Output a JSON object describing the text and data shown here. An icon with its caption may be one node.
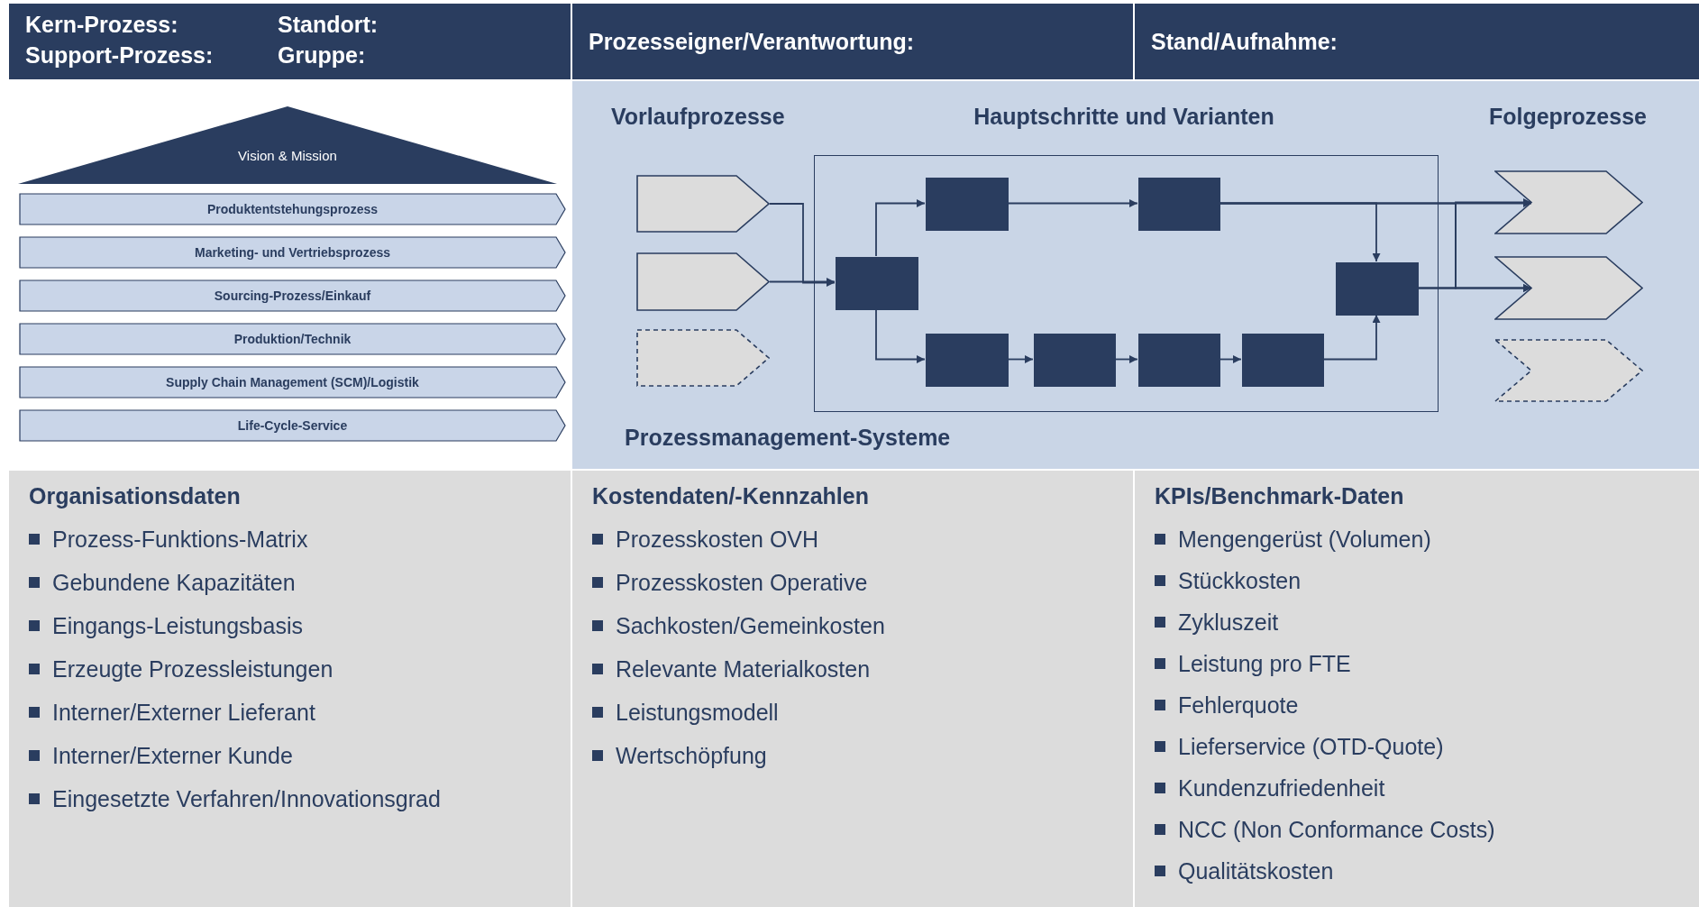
{
  "diagram": {
    "nodes": [
      {
        "text": [
          "Kern-Prozess:",
          "Standort:",
          "Support-Prozess:",
          "Gruppe:"
        ]
      },
      {
        "text": [
          "Prozesseigner/Verantwortung:"
        ]
      },
      {
        "text": [
          "Stand/Aufnahme:"
        ]
      },
      {
        "text": [
          "Vision & Mission"
        ]
      },
      {
        "text": [
          "Produktentstehungsprozess"
        ]
      },
      {
        "text": [
          "Marketing- und Vertriebsprozess"
        ]
      },
      {
        "text": [
          "Sourcing-Prozess/Einkauf"
        ]
      },
      {
        "text": [
          "Produktion/Technik"
        ]
      },
      {
        "text": [
          "Supply Chain Management (SCM)/Logistik"
        ]
      },
      {
        "text": [
          "Life-Cycle-Service"
        ]
      },
      {
        "text": [
          "Vorlaufprozesse",
          "Hauptschritte und Varianten",
          "Folgeprozesse",
          "Prozessmanagement-Systeme"
        ]
      },
      {
        "text": [],
        "shape": "pentagon",
        "in": 10
      },
      {
        "text": [],
        "shape": "pentagon",
        "in": 10
      },
      {
        "text": [],
        "shape": "pentagon",
        "in": 10
      },
      {
        "text": [],
        "shape": "box",
        "in": 10
      },
      {
        "text": [],
        "shape": "box",
        "in": 14
      },
      {
        "text": [],
        "shape": "box",
        "in": 14
      },
      {
        "text": [],
        "shape": "box",
        "in": 14
      },
      {
        "text": [],
        "shape": "box",
        "in": 14
      },
      {
        "text": [],
        "shape": "box",
        "in": 14
      },
      {
        "text": [],
        "shape": "box",
        "in": 14
      },
      {
        "text": [],
        "shape": "box",
        "in": 14
      },
      {
        "text": [],
        "shape": "box",
        "in": 14
      },
      {
        "text": [],
        "shape": "chevron",
        "in": 10
      },
      {
        "text": [],
        "shape": "chevron",
        "in": 10
      },
      {
        "text": [],
        "shape": "chevron",
        "in": 10
      },
      {
        "text": [
          "Organisationsdaten",
          "Prozess-Funktions-Matrix",
          "Gebundene Kapazitäten",
          "Eingangs-Leistungsbasis",
          "Erzeugte Prozessleistungen",
          "Interner/Externer Lieferant",
          "Interner/Externer Kunde",
          "Eingesetzte Verfahren/Innovationsgrad"
        ]
      },
      {
        "text": [
          "Kostendaten/-Kennzahlen",
          "Prozesskosten OVH",
          "Prozesskosten Operative",
          "Sachkosten/Gemeinkosten",
          "Relevante Materialkosten",
          "Leistungsmodell",
          "Wertschöpfung"
        ]
      },
      {
        "text": [
          "KPIs/Benchmark-Daten",
          "Mengengerüst (Volumen)",
          "Stückkosten",
          "Zykluszeit",
          "Leistung pro FTE",
          "Fehlerquote",
          "Lieferservice (OTD-Quote)",
          "Kundenzufriedenheit",
          "NCC (Non Conformance Costs)",
          "Qualitätskosten"
        ]
      }
    ],
    "edges": [
      {
        "from": 11,
        "to": 15,
        "arrow": "to"
      },
      {
        "from": 12,
        "to": 15,
        "arrow": "to"
      },
      {
        "from": 15,
        "to": 16,
        "arrow": "to"
      },
      {
        "from": 15,
        "to": 18,
        "arrow": "to"
      },
      {
        "from": 16,
        "to": 17,
        "arrow": "to"
      },
      {
        "from": 17,
        "to": 22,
        "arrow": "to"
      },
      {
        "from": 17,
        "to": 23,
        "arrow": "to"
      },
      {
        "from": 17,
        "to": 24,
        "arrow": "to"
      },
      {
        "from": 22,
        "to": 23,
        "arrow": "to"
      },
      {
        "from": 22,
        "to": 24,
        "arrow": "to"
      },
      {
        "from": 18,
        "to": 19,
        "arrow": "to"
      },
      {
        "from": 19,
        "to": 20,
        "arrow": "to"
      },
      {
        "from": 20,
        "to": 21,
        "arrow": "to"
      },
      {
        "from": 21,
        "to": 22,
        "arrow": "to"
      }
    ]
  }
}
